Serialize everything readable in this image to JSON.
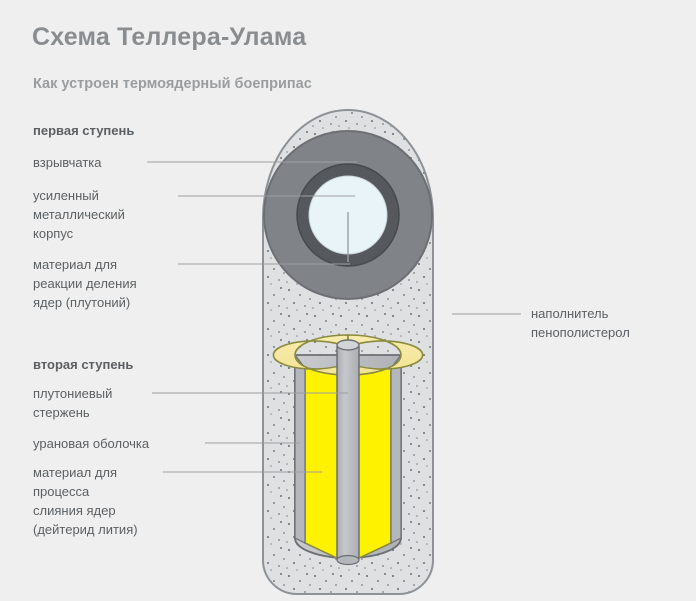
{
  "header": {
    "title": "Схема Теллера-Улама",
    "subtitle": "Как устроен термоядерный боеприпас"
  },
  "colors": {
    "background": "#efefef",
    "title_text": "#8a8d90",
    "subtitle_text": "#9a9d9f",
    "label_text": "#5c6063",
    "leader_line": "#9b9fa2",
    "casing_fill": "#dfe0e2",
    "casing_stroke": "#8e9296",
    "explosive_fill": "#808489",
    "metal_shell_fill": "#55585c",
    "pit_fill": "#e9f4f8",
    "tamper_gray": "#bfc1c4",
    "tamper_top": "#f5e79a",
    "fusion_yellow": "#fff200",
    "rod_gray": "#b9bcc0",
    "outline_dark": "#6c6f73",
    "outline_olive": "#8a8b3f"
  },
  "diagram": {
    "stage1": {
      "heading": "первая ступень",
      "labels": [
        {
          "id": "explosive",
          "text": "взрывчатка"
        },
        {
          "id": "metal-shell",
          "text": "усиленный\nметаллический\nкорпус"
        },
        {
          "id": "fission-material",
          "text": "материал для\nреакции деления\nядер (плутоний)"
        }
      ]
    },
    "stage2": {
      "heading": "вторая ступень",
      "labels": [
        {
          "id": "plutonium-rod",
          "text": "плутониевый\nстержень"
        },
        {
          "id": "uranium-shell",
          "text": "урановая оболочка"
        },
        {
          "id": "fusion-material",
          "text": "материал для\nпроцесса\nслияния ядер\n(дейтерид лития)"
        }
      ]
    },
    "right_label": {
      "id": "filler",
      "text": "наполнитель\nпенополистерол"
    }
  },
  "label_lines": {
    "explosive": [
      "взрывчатка"
    ],
    "metal_shell": [
      "усиленный",
      "металлический",
      "корпус"
    ],
    "fission_material": [
      "материал для",
      "реакции деления",
      "ядер (плутоний)"
    ],
    "plutonium_rod": [
      "плутониевый",
      "стержень"
    ],
    "uranium_shell": [
      "урановая оболочка"
    ],
    "fusion_material": [
      "материал для",
      "процесса",
      "слияния ядер",
      "(дейтерид лития)"
    ],
    "filler": [
      "наполнитель",
      "пенополистерол"
    ]
  }
}
